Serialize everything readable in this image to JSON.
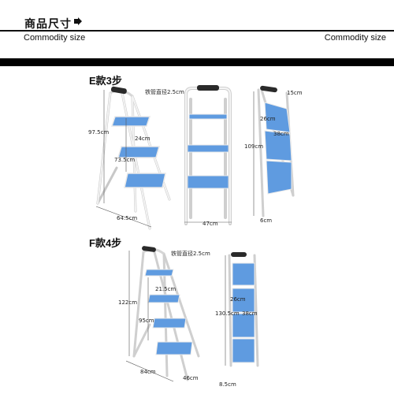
{
  "header": {
    "title": "商品尺寸",
    "subtitle_left": "Commodity size",
    "subtitle_right": "Commodity size"
  },
  "sections": {
    "e": {
      "title": "E款3步",
      "labels": {
        "tube": "铁管直径2.5cm",
        "height": "97.5cm",
        "step_gap": "24cm",
        "inner": "73.5cm",
        "depth": "64.5cm",
        "width": "47cm",
        "top": "15cm",
        "step_depth": "26cm",
        "step_width": "38cm",
        "folded_height": "109cm",
        "folded_depth": "6cm"
      }
    },
    "f": {
      "title": "F款4步",
      "labels": {
        "tube": "铁管直径2.5cm",
        "height": "122cm",
        "step_gap": "21.5cm",
        "inner": "95cm",
        "depth": "84cm",
        "width": "46cm",
        "step_depth": "26cm",
        "folded_height": "130.5cm",
        "step_width": "38cm",
        "folded_depth": "8.5cm"
      }
    }
  },
  "colors": {
    "step_blue": "#5f9be0",
    "frame": "#f2f2f2",
    "handle": "#2a2a2a"
  }
}
